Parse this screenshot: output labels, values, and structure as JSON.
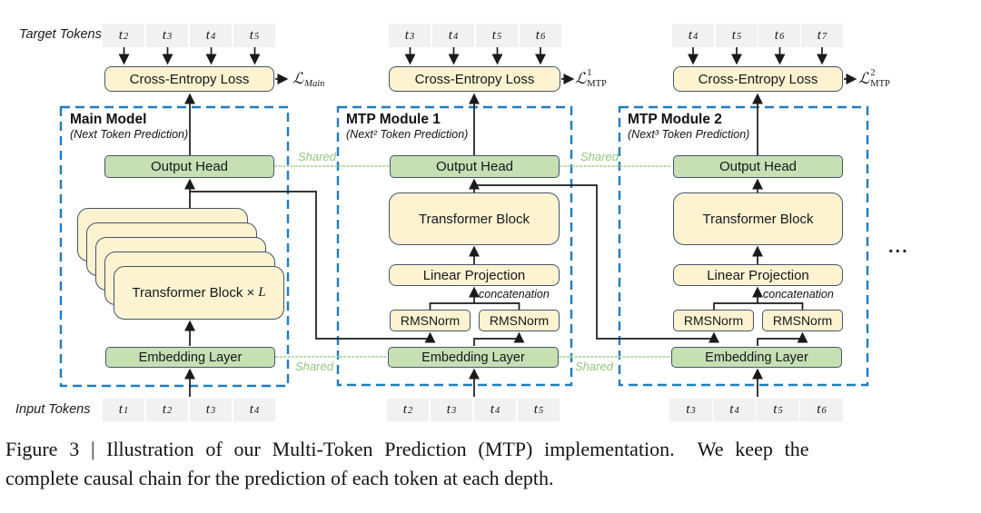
{
  "figure_caption": {
    "line1": "Figure 3 | Illustration of our Multi-Token Prediction (MTP) implementation.  We keep the",
    "line2": "complete causal chain for the prediction of each token at each depth."
  },
  "row_labels": {
    "target": "Target Tokens",
    "input": "Input Tokens"
  },
  "shared_label": "Shared",
  "ellipsis": "...",
  "colors": {
    "module_dashed_border": "#1e7dbf",
    "box_border": "#44546a",
    "box_cream": "#fdf3d1",
    "box_green": "#c6e0b4",
    "token_gray": "#f1f1f1",
    "shared_green": "#8fc87c",
    "arrow_black": "#1a1a1a"
  },
  "modules": [
    {
      "title": "Main Model",
      "subtitle": "(Next Token Prediction)",
      "cross_entropy": "Cross-Entropy Loss",
      "loss": {
        "symbol": "ℒ",
        "sup": "",
        "sub": "Main"
      },
      "output_head": "Output Head",
      "stack_label": "Transformer Block ×",
      "stack_math": "L",
      "embedding": "Embedding Layer",
      "target_tokens": [
        {
          "base": "t",
          "sub": "2"
        },
        {
          "base": "t",
          "sub": "3"
        },
        {
          "base": "t",
          "sub": "4"
        },
        {
          "base": "t",
          "sub": "5"
        }
      ],
      "input_tokens": [
        {
          "base": "t",
          "sub": "1"
        },
        {
          "base": "t",
          "sub": "2"
        },
        {
          "base": "t",
          "sub": "3"
        },
        {
          "base": "t",
          "sub": "4"
        }
      ]
    },
    {
      "title": "MTP Module 1",
      "subtitle": "(Next² Token Prediction)",
      "cross_entropy": "Cross-Entropy Loss",
      "loss": {
        "symbol": "ℒ",
        "sup": "1",
        "sub": "MTP"
      },
      "output_head": "Output Head",
      "transformer_block": "Transformer Block",
      "linear_projection": "Linear Projection",
      "rmsnorm_left": "RMSNorm",
      "rmsnorm_right": "RMSNorm",
      "concatenation": "concatenation",
      "embedding": "Embedding Layer",
      "target_tokens": [
        {
          "base": "t",
          "sub": "3"
        },
        {
          "base": "t",
          "sub": "4"
        },
        {
          "base": "t",
          "sub": "5"
        },
        {
          "base": "t",
          "sub": "6"
        }
      ],
      "input_tokens": [
        {
          "base": "t",
          "sub": "2"
        },
        {
          "base": "t",
          "sub": "3"
        },
        {
          "base": "t",
          "sub": "4"
        },
        {
          "base": "t",
          "sub": "5"
        }
      ]
    },
    {
      "title": "MTP Module 2",
      "subtitle": "(Next³ Token Prediction)",
      "cross_entropy": "Cross-Entropy Loss",
      "loss": {
        "symbol": "ℒ",
        "sup": "2",
        "sub": "MTP"
      },
      "output_head": "Output Head",
      "transformer_block": "Transformer Block",
      "linear_projection": "Linear Projection",
      "rmsnorm_left": "RMSNorm",
      "rmsnorm_right": "RMSNorm",
      "concatenation": "concatenation",
      "embedding": "Embedding Layer",
      "target_tokens": [
        {
          "base": "t",
          "sub": "4"
        },
        {
          "base": "t",
          "sub": "5"
        },
        {
          "base": "t",
          "sub": "6"
        },
        {
          "base": "t",
          "sub": "7"
        }
      ],
      "input_tokens": [
        {
          "base": "t",
          "sub": "3"
        },
        {
          "base": "t",
          "sub": "4"
        },
        {
          "base": "t",
          "sub": "5"
        },
        {
          "base": "t",
          "sub": "6"
        }
      ]
    }
  ]
}
